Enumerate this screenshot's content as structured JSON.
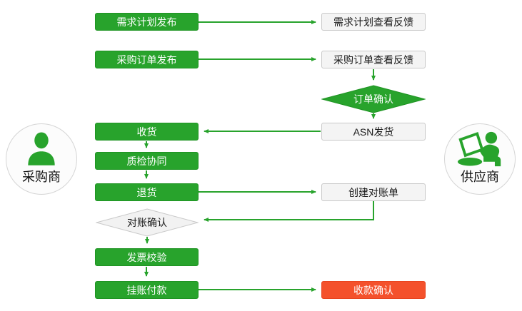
{
  "actors": {
    "buyer": "采购商",
    "supplier": "供应商"
  },
  "nodes": {
    "demand_plan_publish": "需求计划发布",
    "demand_plan_feedback": "需求计划查看反馈",
    "po_publish": "采购订单发布",
    "po_feedback": "采购订单查看反馈",
    "order_confirm": "订单确认",
    "receive_goods": "收货",
    "asn_ship": "ASN发货",
    "quality_collab": "质检协同",
    "return_goods": "退货",
    "create_statement": "创建对账单",
    "statement_confirm": "对账确认",
    "invoice_verify": "发票校验",
    "book_payment": "挂账付款",
    "payment_confirm": "收款确认"
  },
  "edges": [
    {
      "from": "demand_plan_publish",
      "to": "demand_plan_feedback"
    },
    {
      "from": "po_publish",
      "to": "po_feedback"
    },
    {
      "from": "po_feedback",
      "to": "order_confirm"
    },
    {
      "from": "order_confirm",
      "to": "asn_ship"
    },
    {
      "from": "asn_ship",
      "to": "receive_goods"
    },
    {
      "from": "receive_goods",
      "to": "quality_collab"
    },
    {
      "from": "quality_collab",
      "to": "return_goods"
    },
    {
      "from": "return_goods",
      "to": "create_statement"
    },
    {
      "from": "create_statement",
      "to": "statement_confirm"
    },
    {
      "from": "statement_confirm",
      "to": "invoice_verify"
    },
    {
      "from": "invoice_verify",
      "to": "book_payment"
    },
    {
      "from": "book_payment",
      "to": "payment_confirm"
    }
  ],
  "colors": {
    "process_green": "#28a32c",
    "confirm_red": "#f4512c",
    "feedback_gray": "#f4f4f4"
  }
}
